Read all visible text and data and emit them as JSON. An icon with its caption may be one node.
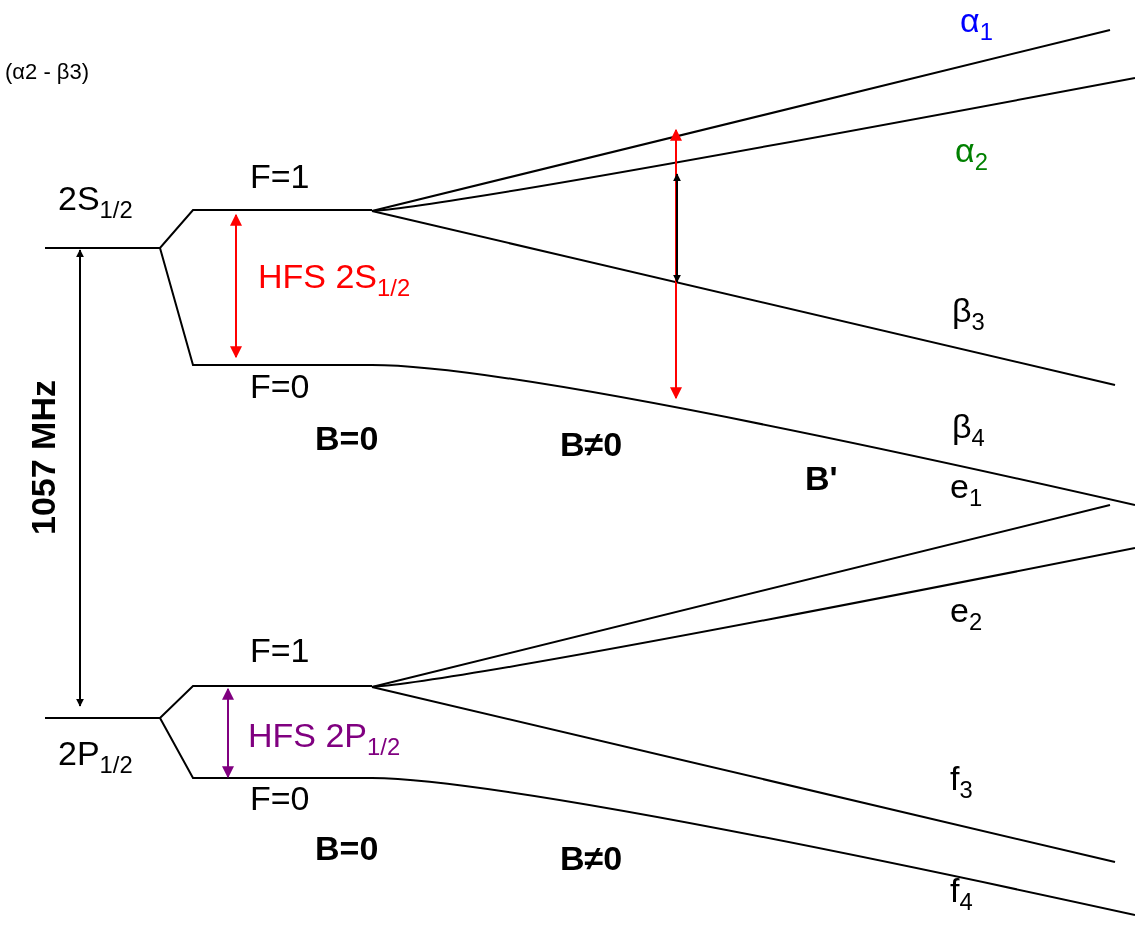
{
  "diagram": {
    "labels": [
      "(α2 - β3)",
      "α$_{1}$",
      "α$_{2}$",
      "F=1",
      "2S$_{1/2}$",
      "HFS 2S$_{1/2}$",
      "β$_{3}$",
      "F=0",
      "1057 MHz",
      "B=0",
      "B≠0",
      "β$_{4}$",
      "B'",
      "e$_{1}$",
      "e$_{2}$",
      "F=1",
      "2P$_{1/2}$",
      "HFS 2P$_{1/2}$",
      "F=0",
      "f$_{3}$",
      "B=0",
      "B≠0",
      "f$_{4}$"
    ]
  }
}
